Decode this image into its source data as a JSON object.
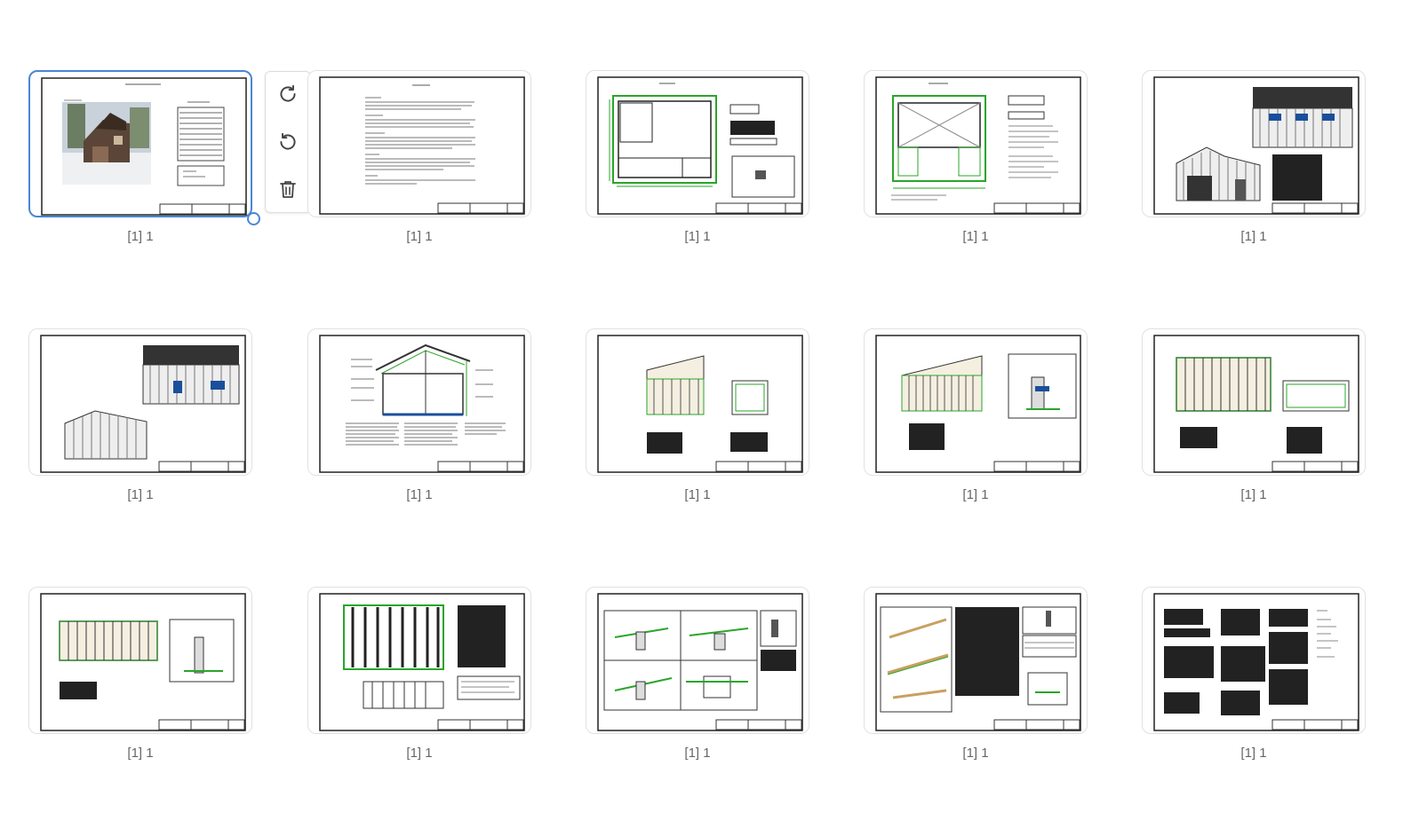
{
  "thumbnails": [
    {
      "id": "p1",
      "label": "[1] 1",
      "kind": "cover"
    },
    {
      "id": "p2",
      "label": "[1] 1",
      "kind": "text"
    },
    {
      "id": "p3",
      "label": "[1] 1",
      "kind": "plan"
    },
    {
      "id": "p4",
      "label": "[1] 1",
      "kind": "foundation"
    },
    {
      "id": "p5",
      "label": "[1] 1",
      "kind": "elevation"
    },
    {
      "id": "p6",
      "label": "[1] 1",
      "kind": "elevation2"
    },
    {
      "id": "p7",
      "label": "[1] 1",
      "kind": "section"
    },
    {
      "id": "p8",
      "label": "[1] 1",
      "kind": "framing2"
    },
    {
      "id": "p9",
      "label": "[1] 1",
      "kind": "framing-detail"
    },
    {
      "id": "p10",
      "label": "[1] 1",
      "kind": "wall-framing"
    },
    {
      "id": "p11",
      "label": "[1] 1",
      "kind": "wall-detail"
    },
    {
      "id": "p12",
      "label": "[1] 1",
      "kind": "roof-framing"
    },
    {
      "id": "p13",
      "label": "[1] 1",
      "kind": "details"
    },
    {
      "id": "p14",
      "label": "[1] 1",
      "kind": "rafters"
    },
    {
      "id": "p15",
      "label": "[1] 1",
      "kind": "tables"
    }
  ],
  "toolbar": {
    "rotate_right": "rotate-clockwise",
    "rotate_left": "rotate-counterclockwise",
    "delete": "delete"
  },
  "colors": {
    "accent": "#4a86d4",
    "green": "#2aa52a"
  }
}
